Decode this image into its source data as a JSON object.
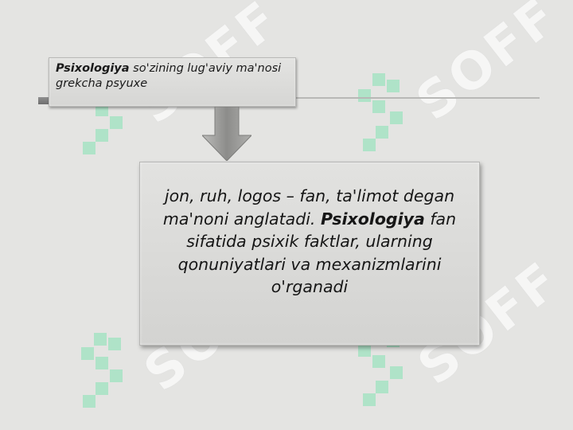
{
  "watermark": {
    "text": "SOFF",
    "icon": "soff-logo-icon",
    "color": "#9fe0bf"
  },
  "top_box": {
    "bold": "Psixologiya",
    "rest": " so'zining lug'aviy ma'nosi grekcha psyuxe"
  },
  "main_box": {
    "part1": "jon, ruh, logos – fan, ta'limot degan ma'noni anglatadi. ",
    "bold": "Psixologiya",
    "part2": " fan sifatida psixik faktlar,  ularning qonuniyatlari va mexanizmlarini o'rganadi"
  },
  "arrow": {
    "icon": "down-arrow-icon",
    "color": "#9a9a98"
  }
}
